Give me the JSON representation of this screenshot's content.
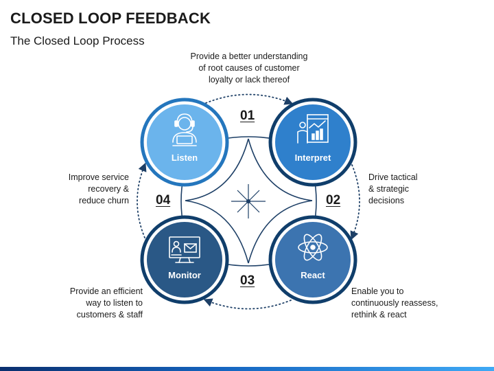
{
  "header": {
    "title": "CLOSED LOOP FEEDBACK",
    "subtitle": "The Closed Loop Process"
  },
  "notes": {
    "top": [
      "Provide a better understanding",
      "of root causes of customer",
      "loyalty or lack thereof"
    ],
    "right": [
      "Drive tactical",
      "& strategic",
      "decisions"
    ],
    "left": [
      "Improve service",
      "recovery &",
      "reduce churn"
    ],
    "bottom_left": [
      "Provide an efficient",
      "way to listen to",
      "customers & staff"
    ],
    "bottom_right": [
      "Enable you to",
      "continuously reassess,",
      "rethink & react"
    ]
  },
  "numbers": {
    "n01": "01",
    "n02": "02",
    "n03": "03",
    "n04": "04"
  },
  "stages": {
    "listen": {
      "label": "Listen",
      "icon": "headset-laptop-icon",
      "color": "#6bb4ec"
    },
    "interpret": {
      "label": "Interpret",
      "icon": "presentation-chart-icon",
      "color": "#2f80cc"
    },
    "react": {
      "label": "React",
      "icon": "atom-icon",
      "color": "#3c74b0"
    },
    "monitor": {
      "label": "Monitor",
      "icon": "monitor-mail-icon",
      "color": "#2a5886"
    }
  },
  "colors": {
    "ring": "#103e6b",
    "ring_listen": "#2476bd",
    "arrows": "#1d3f66"
  }
}
